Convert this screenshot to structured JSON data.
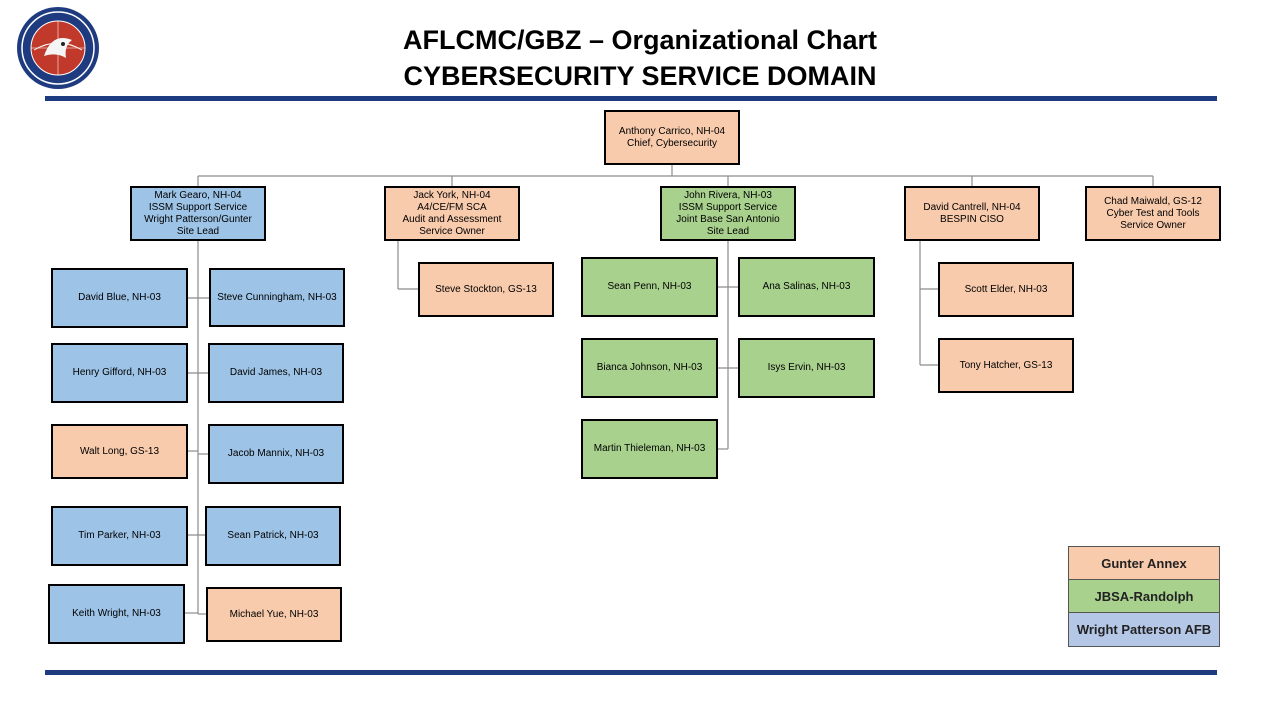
{
  "header": {
    "title_line1": "AFLCMC/GBZ – Organizational Chart",
    "title_line2": "CYBERSECURITY SERVICE DOMAIN"
  },
  "colors": {
    "gunter": "#f8cbad",
    "jbsa": "#a9d18e",
    "wpafb": "#9dc3e6",
    "legend_wpafb": "#b4c7e7",
    "rule": "#1f3b80",
    "connector": "#8c8c8c"
  },
  "nodes": {
    "chief": "Anthony Carrico, NH-04\nChief, Cybersecurity",
    "gearo": "Mark Gearo, NH-04\nISSM Support Service\nWright Patterson/Gunter\nSite Lead",
    "york": "Jack York, NH-04\nA4/CE/FM SCA\nAudit and Assessment\nService Owner",
    "rivera": "John Rivera, NH-03\nISSM Support Service\nJoint Base San Antonio\nSite Lead",
    "cantrell": "David Cantrell, NH-04\nBESPIN CISO",
    "maiwald": "Chad Maiwald, GS-12\nCyber Test and Tools\nService Owner",
    "blue": "David Blue, NH-03",
    "cunningham": "Steve Cunningham, NH-03",
    "gifford": "Henry Gifford, NH-03",
    "james": "David James, NH-03",
    "long": "Walt Long, GS-13",
    "mannix": "Jacob Mannix, NH-03",
    "parker": "Tim Parker, NH-03",
    "patrick": "Sean Patrick, NH-03",
    "wright": "Keith Wright, NH-03",
    "yue": "Michael Yue, NH-03",
    "stockton": "Steve Stockton, GS-13",
    "penn": "Sean Penn, NH-03",
    "salinas": "Ana Salinas, NH-03",
    "johnson": "Bianca Johnson, NH-03",
    "ervin": "Isys Ervin, NH-03",
    "thieleman": "Martin Thieleman, NH-03",
    "elder": "Scott Elder, NH-03",
    "hatcher": "Tony Hatcher, GS-13"
  },
  "legend": {
    "gunter": "Gunter Annex",
    "jbsa": "JBSA-Randolph",
    "wpafb": "Wright Patterson AFB"
  }
}
